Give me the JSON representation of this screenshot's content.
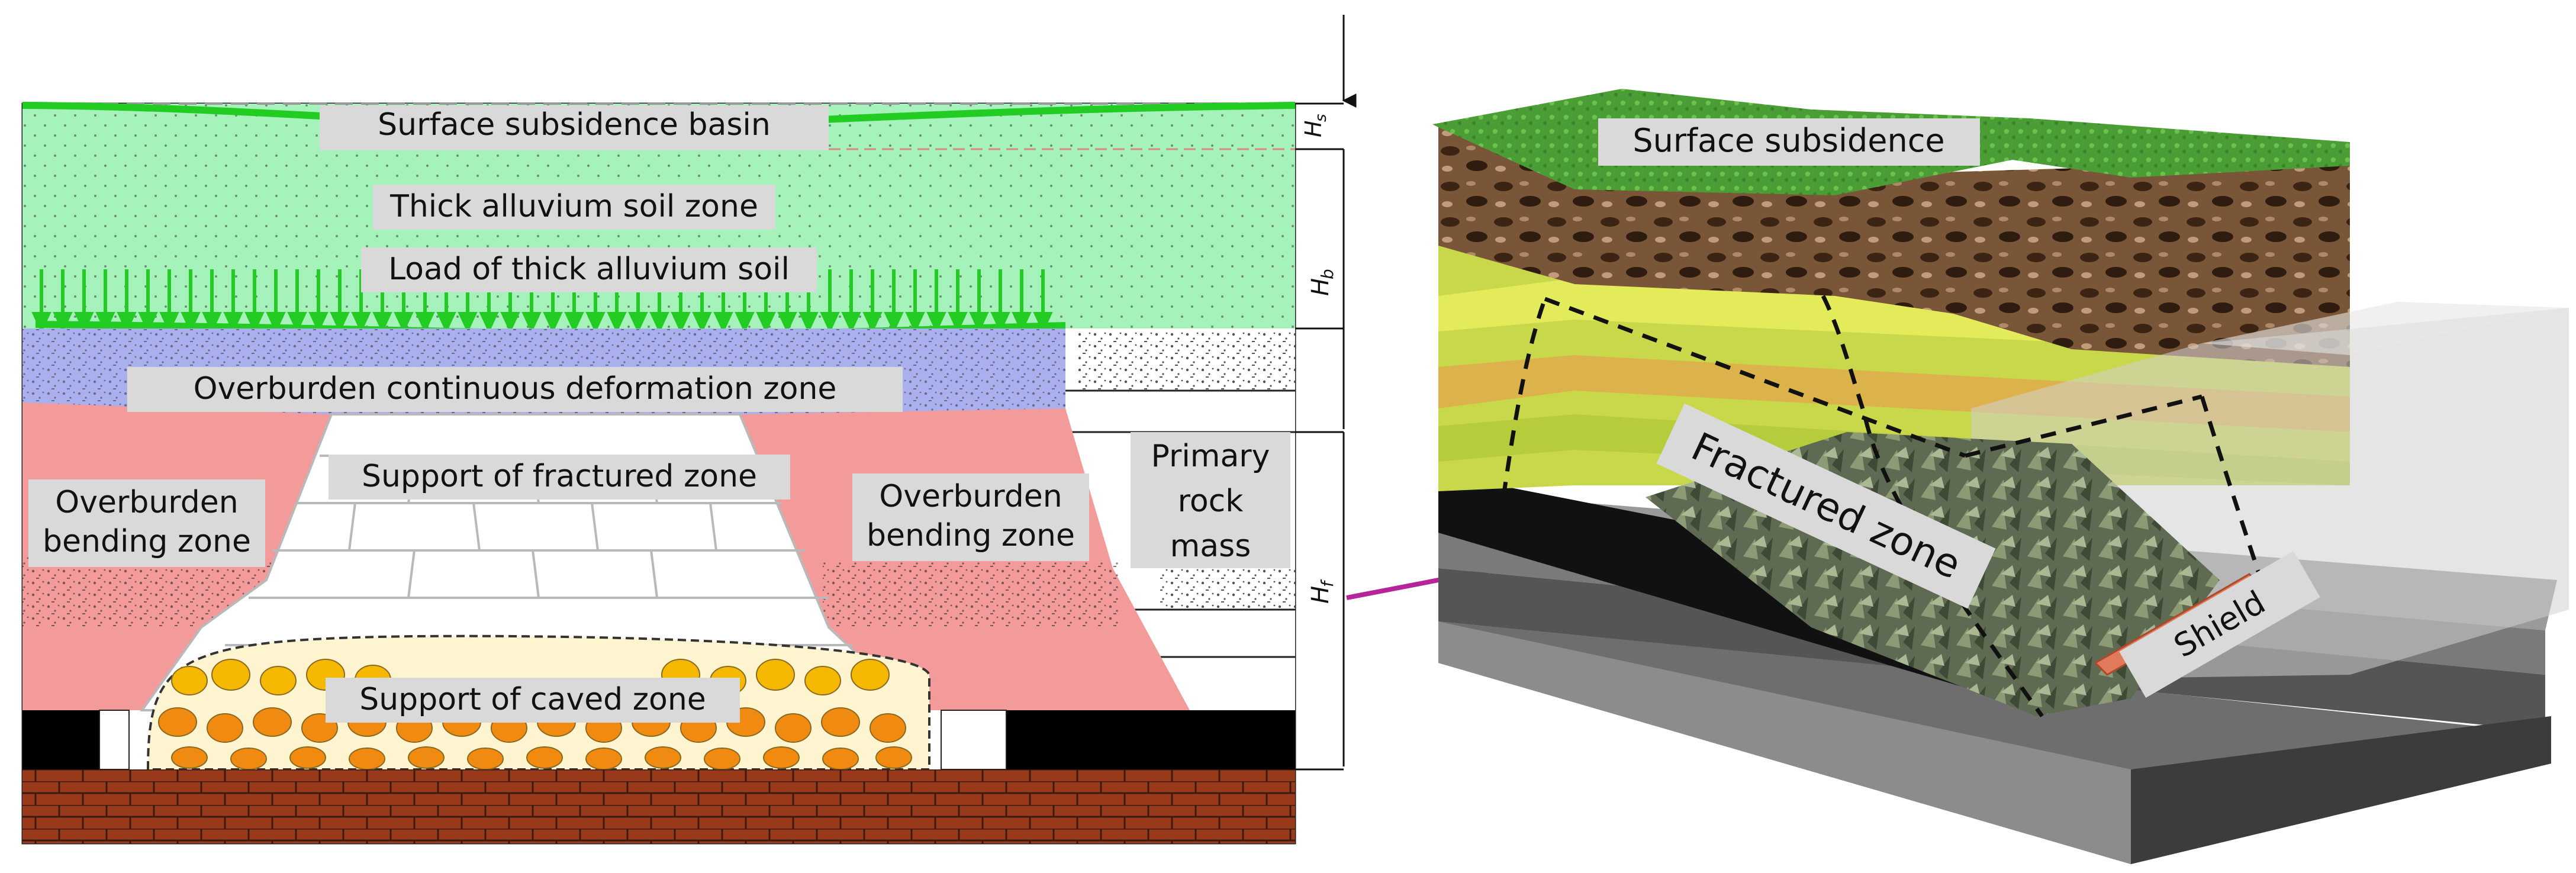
{
  "left_panel": {
    "labels": {
      "surface_basin": "Surface subsidence basin",
      "alluvium_zone": "Thick alluvium soil zone",
      "alluvium_load": "Load of thick alluvium soil",
      "continuous_deformation": "Overburden continuous deformation zone",
      "support_fractured": "Support of fractured zone",
      "bending_left_line1": "Overburden",
      "bending_left_line2": "bending zone",
      "bending_right_line1": "Overburden",
      "bending_right_line2": "bending zone",
      "primary_rock_line1": "Primary",
      "primary_rock_line2": "rock",
      "primary_rock_line3": "mass",
      "support_caved": "Support of caved zone"
    },
    "height_markers": {
      "hs_base": "H",
      "hs_sub": "s",
      "hb_base": "H",
      "hb_sub": "b",
      "hf_base": "H",
      "hf_sub": "f"
    }
  },
  "right_panel": {
    "labels": {
      "surface_subsidence": "Surface subsidence",
      "fractured_zone": "Fractured zone",
      "shield": "Shield"
    }
  },
  "colors": {
    "alluvium": "#a6f2bb",
    "load_arrows": "#22cc22",
    "deformation": "#aab0ee",
    "overburden": "#f39a9a",
    "caved_yellow": "#f5b800",
    "caved_orange": "#f08a10",
    "brick": "#9a3a1c",
    "label_box": "#d9d9d9",
    "link_arrow": "#b5269a",
    "grass": "#3f9a2f",
    "soil": "#6b4a30",
    "strata_yellow": "#c9d84a"
  }
}
